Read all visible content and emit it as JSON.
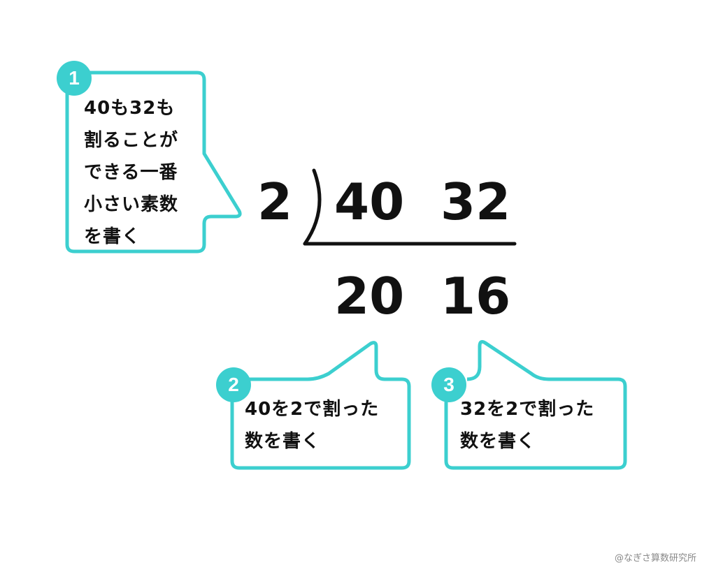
{
  "accent_color": "#3ccfcf",
  "division": {
    "divisor": "2",
    "dividends": [
      "40",
      "32"
    ],
    "quotients": [
      "20",
      "16"
    ]
  },
  "callouts": [
    {
      "badge": "1",
      "lines": [
        "40も32も",
        "割ることが",
        "できる一番",
        "小さい素数",
        "を書く"
      ]
    },
    {
      "badge": "2",
      "lines": [
        "40を2で割った",
        "数を書く"
      ]
    },
    {
      "badge": "3",
      "lines": [
        "32を2で割った",
        "数を書く"
      ]
    }
  ],
  "credit": "@なぎさ算数研究所"
}
